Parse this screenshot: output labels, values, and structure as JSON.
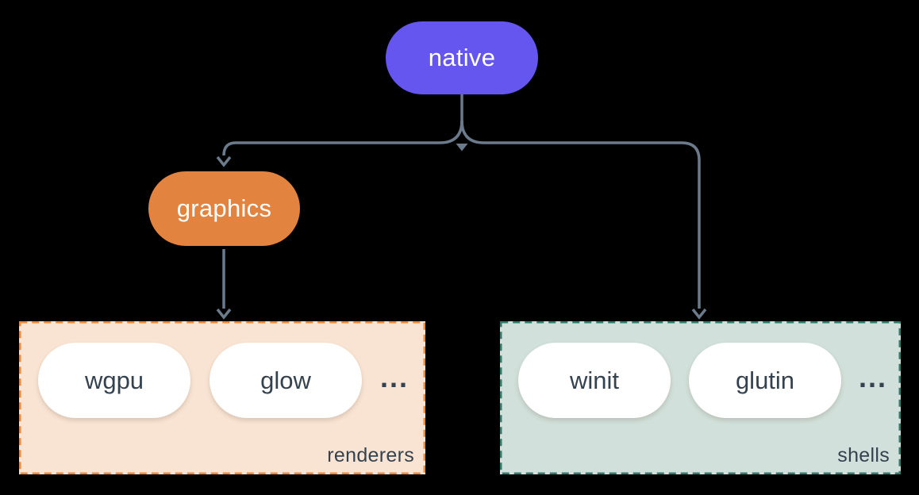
{
  "colors": {
    "background": "#000000",
    "connector": "#6b7b8c",
    "native-fill": "#6456ee",
    "graphics-fill": "#e2833f",
    "renderers-fill": "#f9e4d3",
    "renderers-border": "#e98a3e",
    "shells-fill": "#d1e0da",
    "shells-border": "#317c6c",
    "node-text": "#ffffff",
    "item-fill": "#ffffff",
    "item-text": "#34424f"
  },
  "diagram": {
    "root": {
      "label": "native"
    },
    "mid": {
      "label": "graphics"
    },
    "groups": {
      "renderers": {
        "label": "renderers",
        "items": [
          "wgpu",
          "glow"
        ],
        "ellipsis": "..."
      },
      "shells": {
        "label": "shells",
        "items": [
          "winit",
          "glutin"
        ],
        "ellipsis": "..."
      }
    }
  }
}
